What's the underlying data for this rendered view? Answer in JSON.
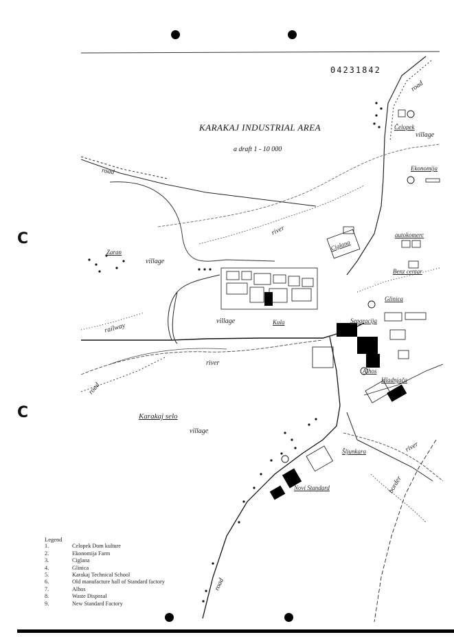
{
  "document": {
    "number": "04231842",
    "title": "KARAKAJ INDUSTRIAL AREA",
    "subtitle": "a draft 1 - 10 000"
  },
  "map_labels": {
    "road_top_right": "road",
    "road_left": "road",
    "road_bottom_left": "road",
    "road_bottom": "road",
    "river_upper": "river",
    "river_mid": "river",
    "river_right": "river",
    "village_zaran": "village",
    "village_center": "village",
    "village_right": "village",
    "village_bottom": "village",
    "railway": "railway",
    "border": "border",
    "celopek": "Čelopek",
    "ekonomija": "Ekonomija",
    "autokomerc": "autokomerc",
    "benz_centar": "Benz centar",
    "glinica": "Glinica",
    "ciglana": "Ciglana",
    "alhos": "Alhos",
    "hladnjaca": "Hladnjača",
    "separacija": "Separacija",
    "sljunkara": "Šljunkara",
    "novi_standard": "Novi Standard",
    "karakaj_selo": "Karakaj selo",
    "kula": "Kula",
    "zaran": "Zaran"
  },
  "legend": {
    "title": "Legend",
    "items": [
      {
        "num": "1.",
        "label": "Celopek Dom kulture"
      },
      {
        "num": "2.",
        "label": "Ekonomija Farm"
      },
      {
        "num": "3.",
        "label": "Ciglana"
      },
      {
        "num": "4.",
        "label": "Glinica"
      },
      {
        "num": "5.",
        "label": "Karakaj Technical School"
      },
      {
        "num": "6.",
        "label": "Old manufacture hall of Standard factory"
      },
      {
        "num": "7.",
        "label": "Alhos"
      },
      {
        "num": "8.",
        "label": "Waste Disposal"
      },
      {
        "num": "9.",
        "label": "New Standard Factory"
      }
    ]
  },
  "symbols": {
    "punch_hole": "punch-hole",
    "margin_mark": "C"
  }
}
